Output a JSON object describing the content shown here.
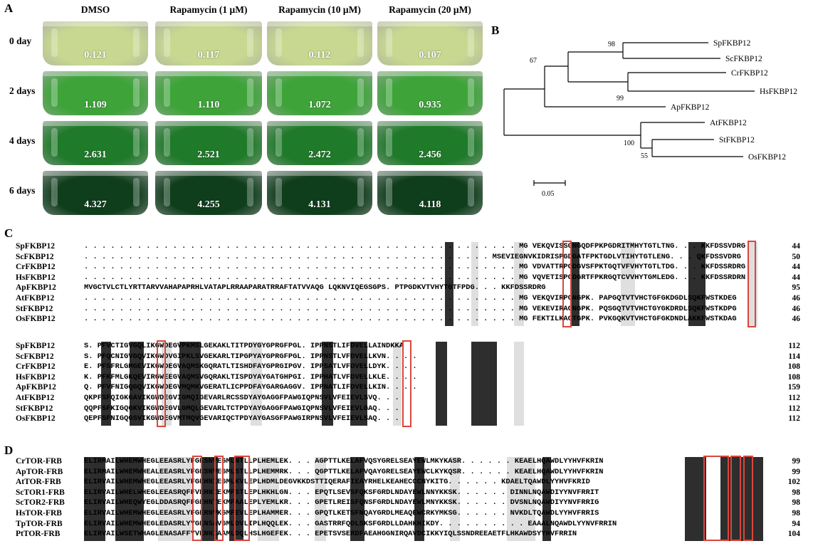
{
  "panel_labels": {
    "a": "A",
    "b": "B",
    "c": "C",
    "d": "D"
  },
  "panelA": {
    "columns": [
      "DMSO",
      "Rapamycin (1 μM)",
      "Rapamycin (10 μM)",
      "Rapamycin (20 μM)"
    ],
    "rows": [
      {
        "label": "0 day",
        "values": [
          "0.121",
          "0.117",
          "0.112",
          "0.107"
        ],
        "color": "#c8d890"
      },
      {
        "label": "2 days",
        "values": [
          "1.109",
          "1.110",
          "1.072",
          "0.935"
        ],
        "color": "#3ea43a"
      },
      {
        "label": "4 days",
        "values": [
          "2.631",
          "2.521",
          "2.472",
          "2.456"
        ],
        "color": "#1f7a2a"
      },
      {
        "label": "6 days",
        "values": [
          "4.327",
          "4.255",
          "4.131",
          "4.118"
        ],
        "color": "#0f3e1c"
      }
    ]
  },
  "panelB": {
    "leaves": [
      "SpFKBP12",
      "ScFKBP12",
      "CrFKBP12",
      "HsFKBP12",
      "ApFKBP12",
      "AtFKBP12",
      "StFKBP12",
      "OsFKBP12"
    ],
    "bootstrap": [
      "98",
      "67",
      "99",
      "100",
      "55"
    ],
    "scale": "0.05"
  },
  "panelC": {
    "block1": [
      {
        "name": "SpFKBP12",
        "seq": ". . . . . . . . . . . . . . . . . . . . . . . . . . . . . . . . . . . . . . . . . . . . . . . . . MG VEKQVISSGNGQDFPKPGDRITMHYTGTLTNG. . . KKFDSSVDRG",
        "num": "44"
      },
      {
        "name": "ScFKBP12",
        "seq": ". . . . . . . . . . . . . . . . . . . . . . . . . . . . . . . . . . . . . . . . . . . . . . MSEVIEGNVKIDRISPGDGATFPKTGDLVTIHYTGTLENG. . . QKFDSSVDRG",
        "num": "50"
      },
      {
        "name": "CrFKBP12",
        "seq": ". . . . . . . . . . . . . . . . . . . . . . . . . . . . . . . . . . . . . . . . . . . . . . . . . MG VDVATTRPGDGVSFPKTGQTVFVHYTGTLTDG. . . KKFDSSRDRG",
        "num": "44"
      },
      {
        "name": "HsFKBP12",
        "seq": ". . . . . . . . . . . . . . . . . . . . . . . . . . . . . . . . . . . . . . . . . . . . . . . . . MG VQVETISPGDGRTFPKRGQTCVVHYTGMLEDG. . . KKFDSSRDRN",
        "num": "44"
      },
      {
        "name": "ApFKBP12",
        "seq": "MVGCTVLCTLYRTTARVVAHAPAPRHLVATAPLRRAAPARATRRAFTATVVAQG LQKNVIQEGSGPS. PTPGDKVTVHYTGTFPDG. . . KKFDSSRDRG",
        "num": "95"
      },
      {
        "name": "AtFKBP12",
        "seq": ". . . . . . . . . . . . . . . . . . . . . . . . . . . . . . . . . . . . . . . . . . . . . . . . . MG VEKQVIRPGNGPK. PAPGQTVTVHCTGFGKDGDLSQKFWSTKDEG",
        "num": "46"
      },
      {
        "name": "StFKBP12",
        "seq": ". . . . . . . . . . . . . . . . . . . . . . . . . . . . . . . . . . . . . . . . . . . . . . . . . MG VEKEVIRAGNGPK. PQSGQTVTVHCTGYGKDRDLSQKFWSTKDPG",
        "num": "46"
      },
      {
        "name": "OsFKBP12",
        "seq": ". . . . . . . . . . . . . . . . . . . . . . . . . . . . . . . . . . . . . . . . . . . . . . . . . MG FEKTILKAGTGPK. PVKGQKVTVHCTGFGKDNDLAKKFWSTKDAG",
        "num": "46"
      }
    ],
    "block2": [
      {
        "name": "SpFKBP12",
        "seq": "S. PFVCTIGVGQLIKGWDEGVPKMSLGEKAKLTITPDYGYGPRGFPGL. IPPNSTLIFDVELLAINDKKA",
        "num": "112"
      },
      {
        "name": "ScFKBP12",
        "seq": "S. PFQCNIGVGQVIKGWDVGIPKLSVGEKARLTIPGPYAYGPRGFPGL. IPPNSTLVFDVELLKVN. . . .",
        "num": "114"
      },
      {
        "name": "CrFKBP12",
        "seq": "E. PFSFRLGMGEVIKGWDEGVAQMSKGQRATLTISHDFAYGPRGIPGV. IPPSATLVFDVELLDYK. . . .",
        "num": "108"
      },
      {
        "name": "HsFKBP12",
        "seq": "K. PFKFMLGKQEVIRGWEEGVAQMSVGQRAKLTISPDYAYGATGHPGI. IPPHATLVFDVELLKLE. . . .",
        "num": "108"
      },
      {
        "name": "ApFKBP12",
        "seq": "Q. PFVFNIGQGQVIKGWDEGVMQMKVGERATLICPPDFAYGARGAGGV. IPPNATLIFDVELLKIN. . . .",
        "num": "159"
      },
      {
        "name": "AtFKBP12",
        "seq": "QKPFSFQIGKGAVIKGWDEGVIGMQIGEVARLRCSSDYAYGAGGFPAWGIQPNSVLVFEIEVLSVQ. . .",
        "num": "112"
      },
      {
        "name": "StFKBP12",
        "seq": "QQPFSFKIGQGKVIKGWDEGVLGMQLGEVARLTCTPDYAYGAGGFPAWGIQPNSVLVFEIEVLGAQ. . .",
        "num": "112"
      },
      {
        "name": "OsFKBP12",
        "seq": "QEPFSFNIGQGSVIKGWDEGVMTMQVGEVARIQCTPDYAYGASGFPAWGIRPNSVLVFEIEVLSAQ. . .",
        "num": "112"
      }
    ]
  },
  "panelD": {
    "rows": [
      {
        "name": "CrTOR-FRB",
        "seq": "ELIRMAILWHEMWHEGLEEASRLYFGESNVEGMLNTLLPLHEMLEK. . . AGPTTLKELAFVQSYGRELSEAYEWLMKYKASR. . . . . . KEAELHQAWDLYYHVFKRIN",
        "num": "99"
      },
      {
        "name": "ApTOR-FRB",
        "seq": "ELIRMAILWHEMWHEALEEASRLYFGESNVEGMLSTLLPLHEMMRK. . . QGPTTLKELAFVQAYGRELSEAYEWCLKYKQSR. . . . . . KEAELHQAWDLYYHVFKRIN",
        "num": "99"
      },
      {
        "name": "AtTOR-FRB",
        "seq": "ELIRVAILWHEMWHEGLEEASRLYFGEHNIEGMLKVLEPLHDMLDEGVKKDSTTIQERAFIEAYRHELKEAHECCCNYKITG. . . . . . KDAELTQAWDLYYHVFKRID",
        "num": "102"
      },
      {
        "name": "ScTOR1-FRB",
        "seq": "ELIRVAILWHELWHEGLEEASRQFFVEHNIEKMFSTLEPLHKHLGN. . . EPQTLSEVSFQKSFGRDLNDAYEWLNNYKKSK. . . . . . DINNLNQAWDIYYNVFRRIT",
        "num": "98"
      },
      {
        "name": "ScTOR2-FRB",
        "seq": "ELIRVAILWHEQWYEGLDDASRQFFGEHNTEKMFAALEPLYEMLKR. . . GPETLREISFQNSFGRDLNDAYEWLMNYKKSK. . . . . . DVSNLNQAWDIYYNVFRRIG",
        "num": "98"
      },
      {
        "name": "HsTOR-FRB",
        "seq": "ELIRVAILWHEMWHEGLEEASRLYFGERNVKGMFEVLEPLHAMMER. . . GPQTLKETSFNQAYGRDLMEAQEWCRKYMKSG. . . . . . NVKDLTQAWDLYYHVFRRIS",
        "num": "98"
      },
      {
        "name": "TpTOR-FRB",
        "seq": "ELIRVAILWHEMWHEGLEDASRLYYGENSAVGMLDVLIPLHQQLEK. . . GASTRRFQDLSKSFGRDLLDAHKHIKDY. . . . . . . . . . EAAALNQAWDLYYNVFRRIN",
        "num": "94"
      },
      {
        "name": "PtTOR-FRB",
        "seq": "ELIRVAILWSETWHAGLENASAFFYVENNIAAMLDQLHSLHGEFEK. . . EPETSVSERDFAEAHGGNIRQAVDCIKKYIQLSSNDREEAETFLHKAWDSYYHVFRRIN",
        "num": "104"
      }
    ]
  }
}
